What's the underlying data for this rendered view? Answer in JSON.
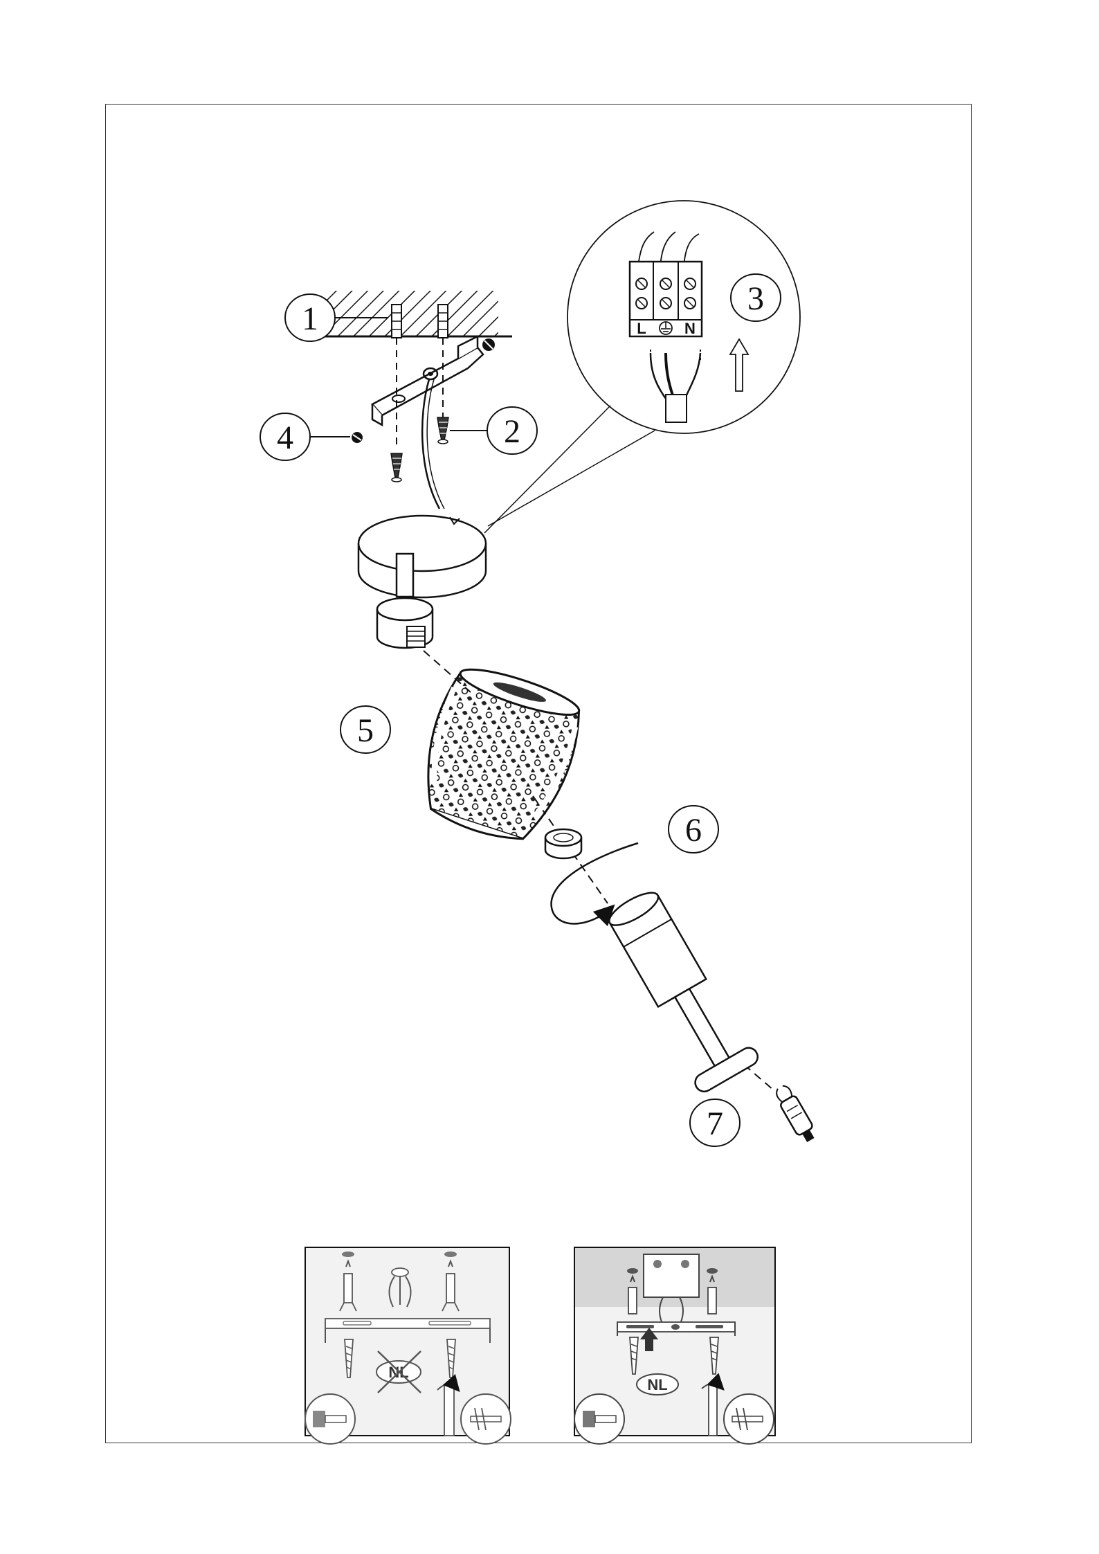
{
  "callouts": {
    "c1": "1",
    "c2": "2",
    "c3": "3",
    "c4": "4",
    "c5": "5",
    "c6": "6",
    "c7": "7"
  },
  "terminal_block": {
    "left": "L",
    "right": "N",
    "earth_symbol": "earth-ground-icon"
  },
  "panels": {
    "left_badge": "NL",
    "right_badge": "NL"
  },
  "colors": {
    "line": "#111111",
    "panel_bg": "#f2f2f2",
    "ceiling_band": "#d6d6d6"
  }
}
